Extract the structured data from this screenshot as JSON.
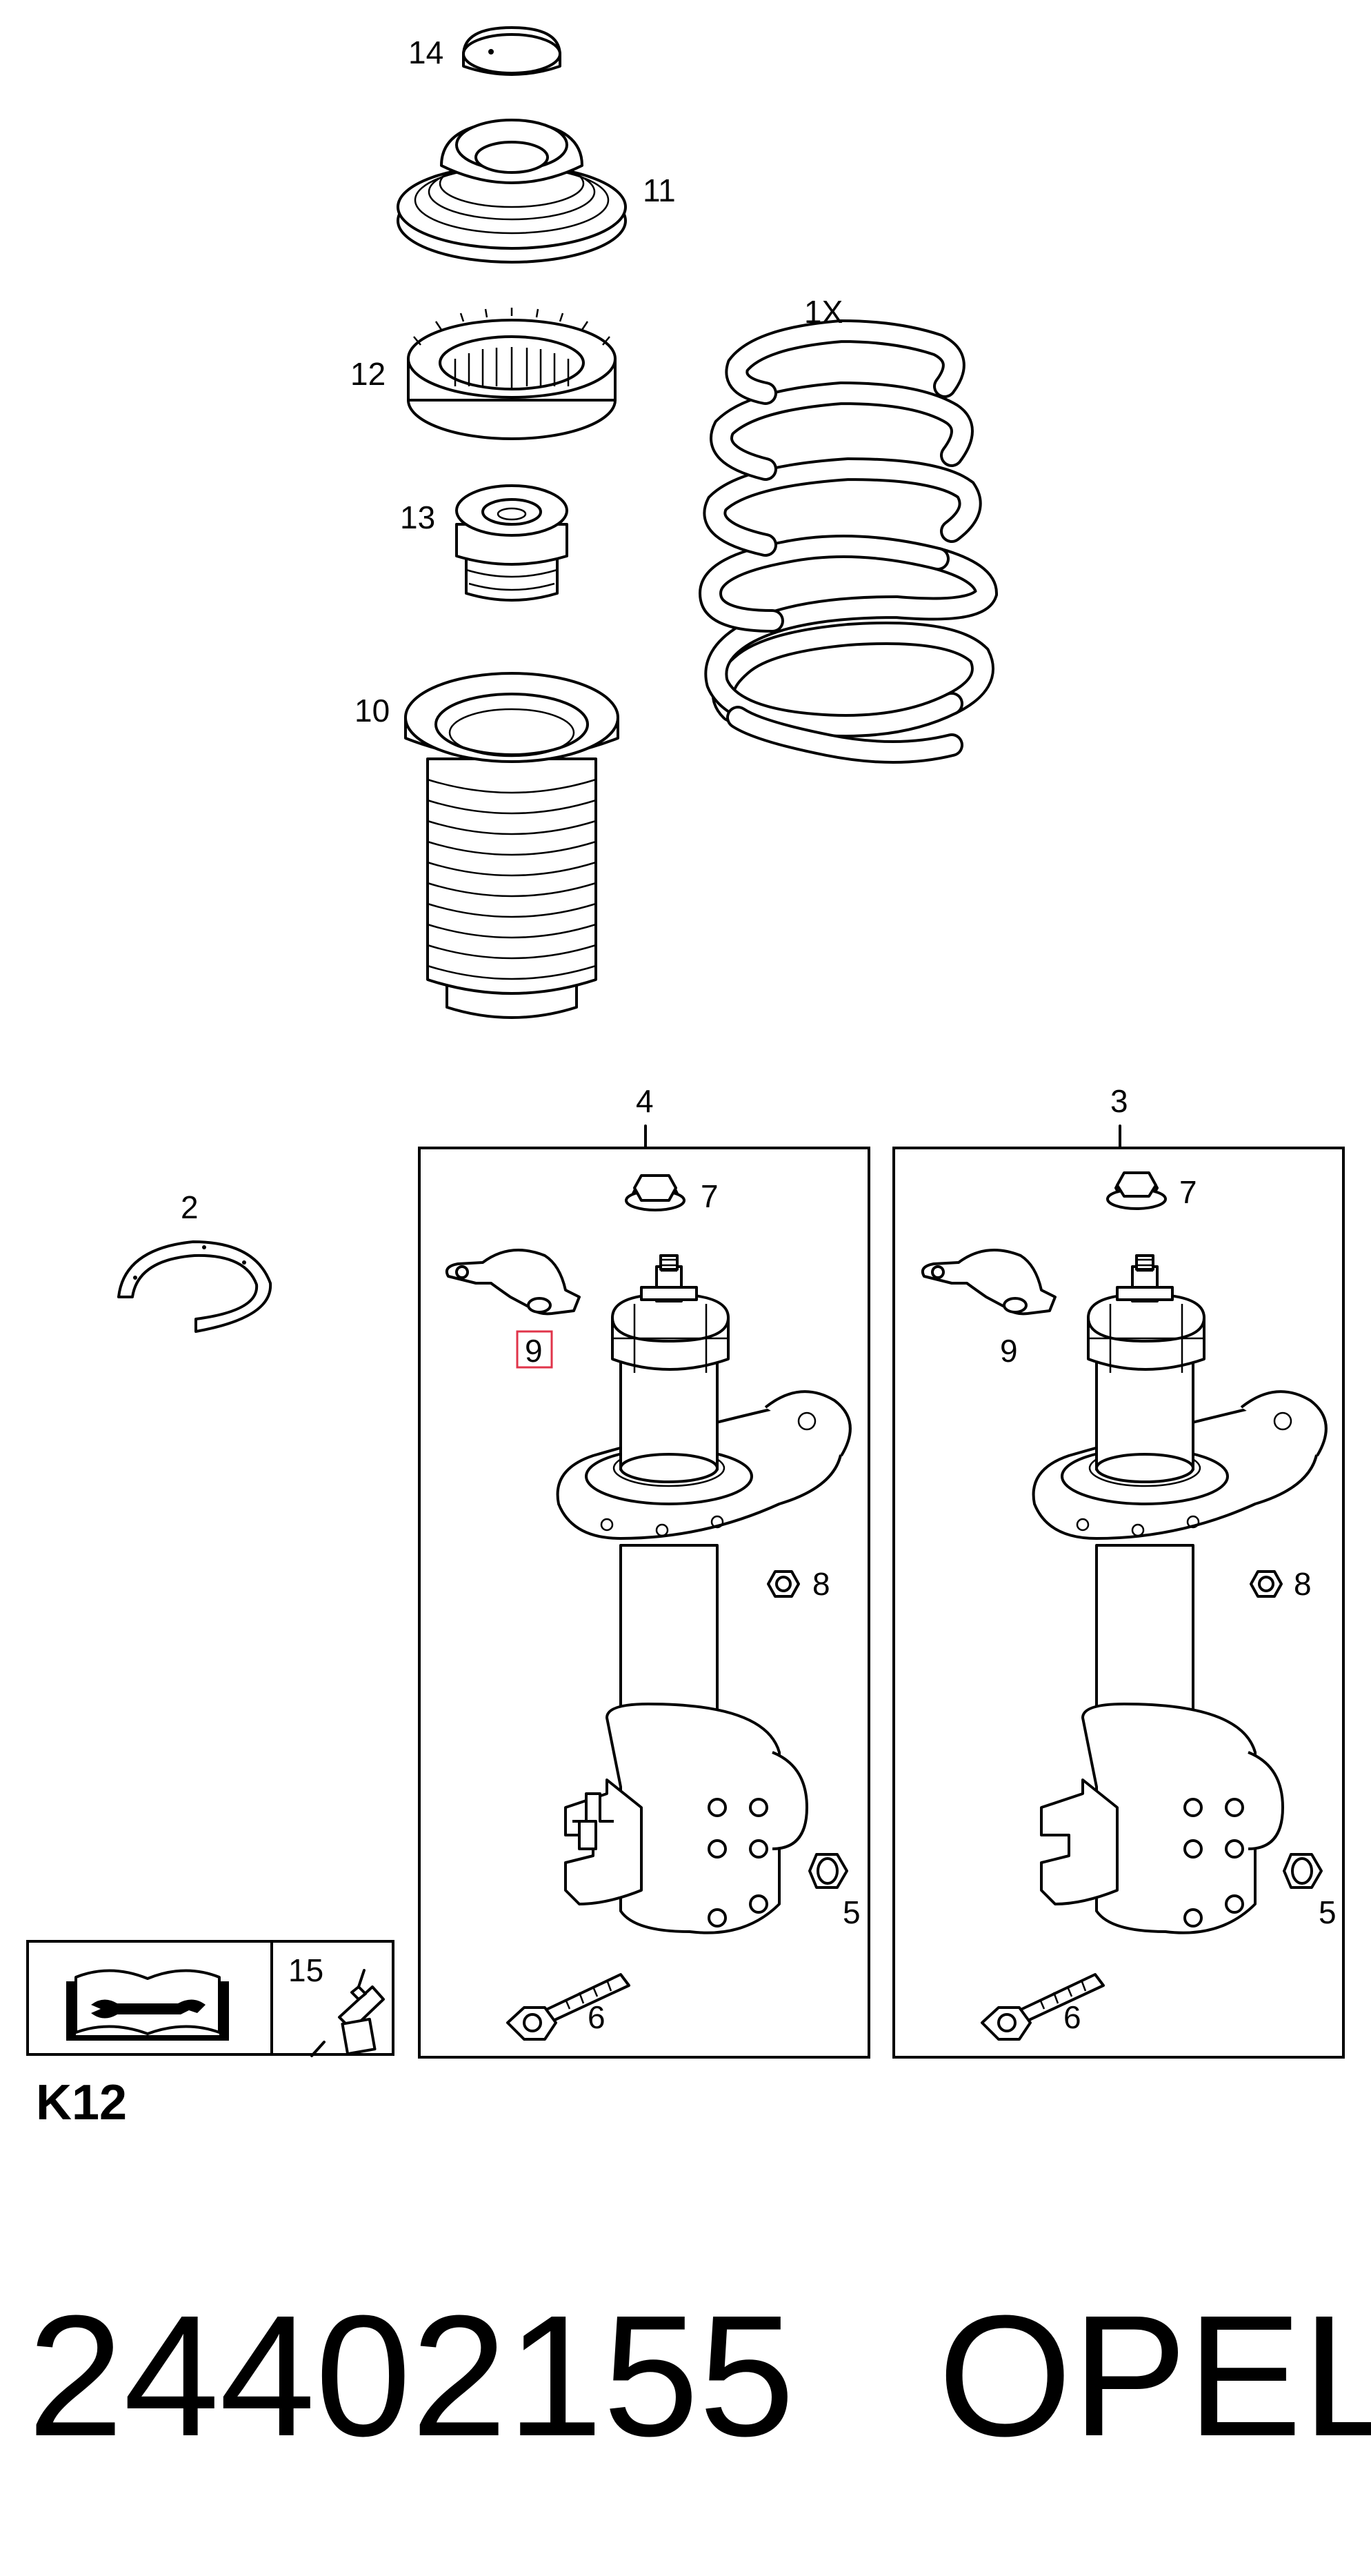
{
  "callouts": {
    "c14": "14",
    "c11": "11",
    "c12": "12",
    "c13": "13",
    "c10": "10",
    "spring": "1X",
    "c2": "2",
    "box_left": "4",
    "box_right": "3",
    "left_7": "7",
    "left_9": "9",
    "left_8": "8",
    "left_5": "5",
    "left_6": "6",
    "right_7": "7",
    "right_9": "9",
    "right_8": "8",
    "right_5": "5",
    "right_6": "6",
    "legend_15": "15"
  },
  "highlight_color": "#e0344a",
  "diagram_code": "K12",
  "part_number": "24402155",
  "brand": "OPEL",
  "icons": [
    "manual-wrench-icon",
    "lubricant-tube-icon"
  ]
}
